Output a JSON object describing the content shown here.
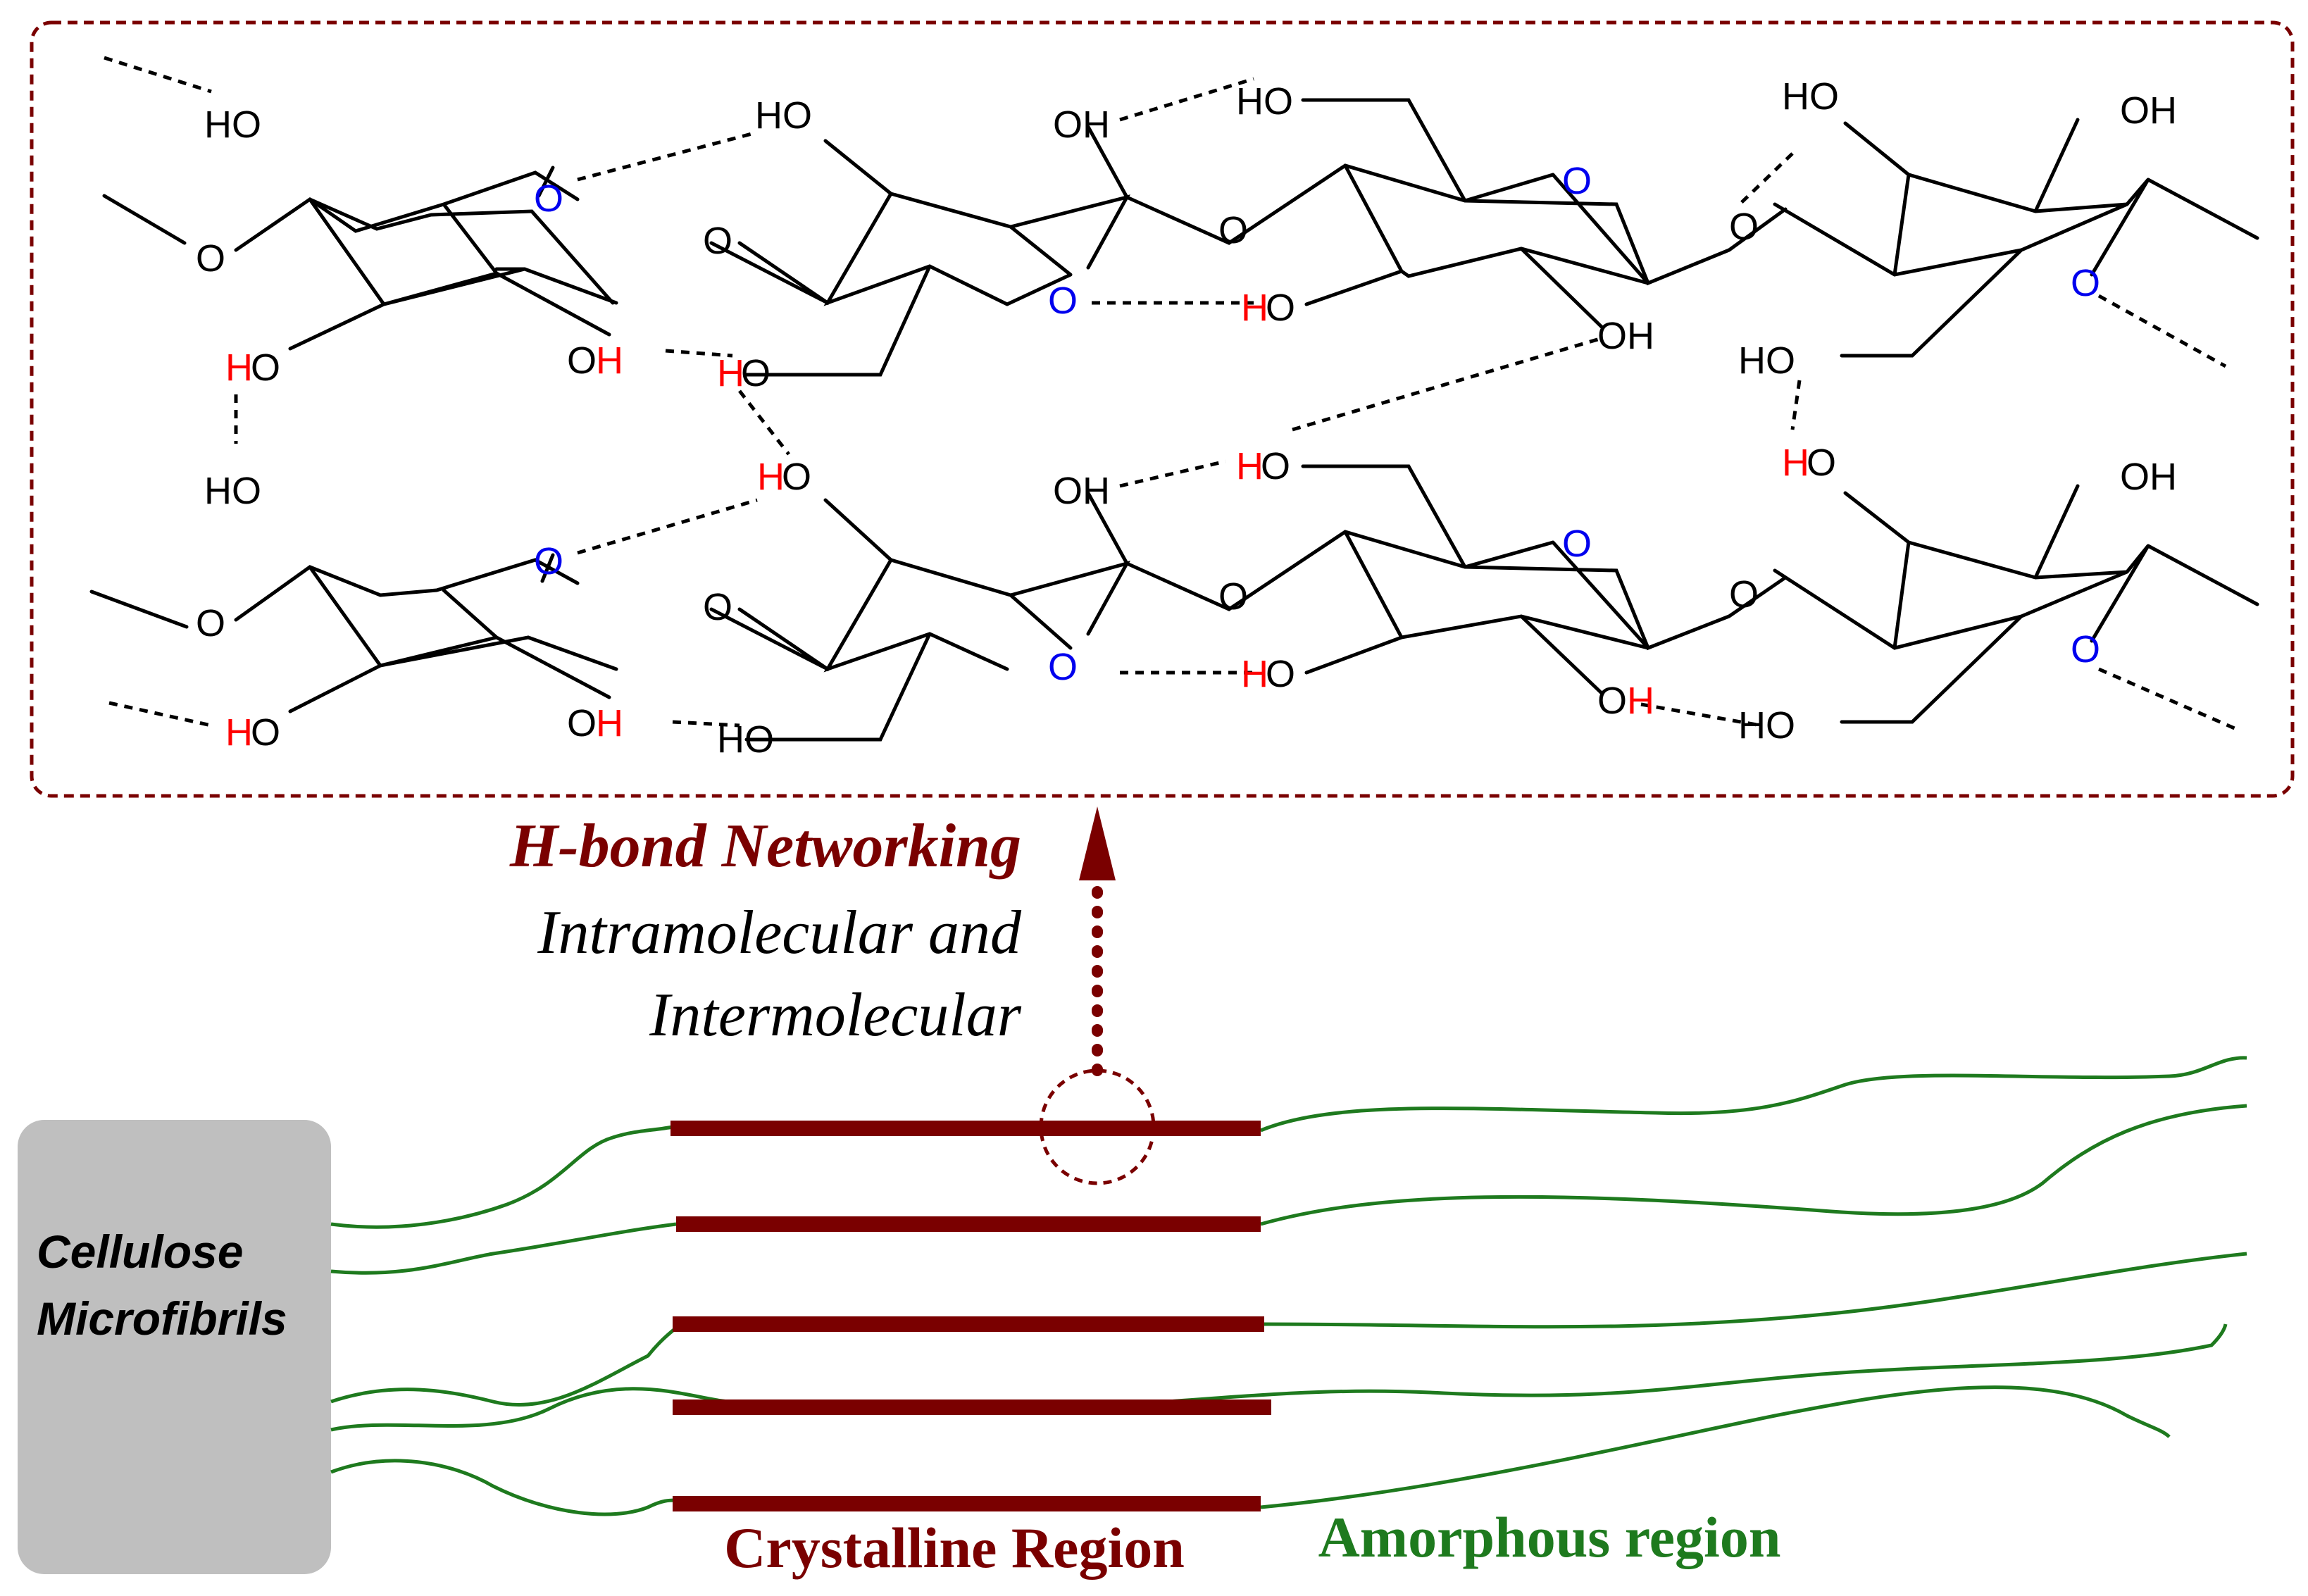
{
  "colors": {
    "maroon": "#7a0000",
    "green": "#1e7a1e",
    "blue_oxygen": "#0000ee",
    "red_hydrogen": "#ff0000",
    "box_gray": "#bfbfbf"
  },
  "heading": {
    "title": "H-bond Networking",
    "line1": "Intramolecular and",
    "line2": "Intermolecular"
  },
  "box": {
    "line1": "Cellulose",
    "line2": "Microfibrils"
  },
  "labels": {
    "crystalline": "Crystalline Region",
    "amorphous": "Amorphous region"
  },
  "atoms": {
    "ho": "HO",
    "oh": "OH",
    "o": "O",
    "h": "H"
  }
}
